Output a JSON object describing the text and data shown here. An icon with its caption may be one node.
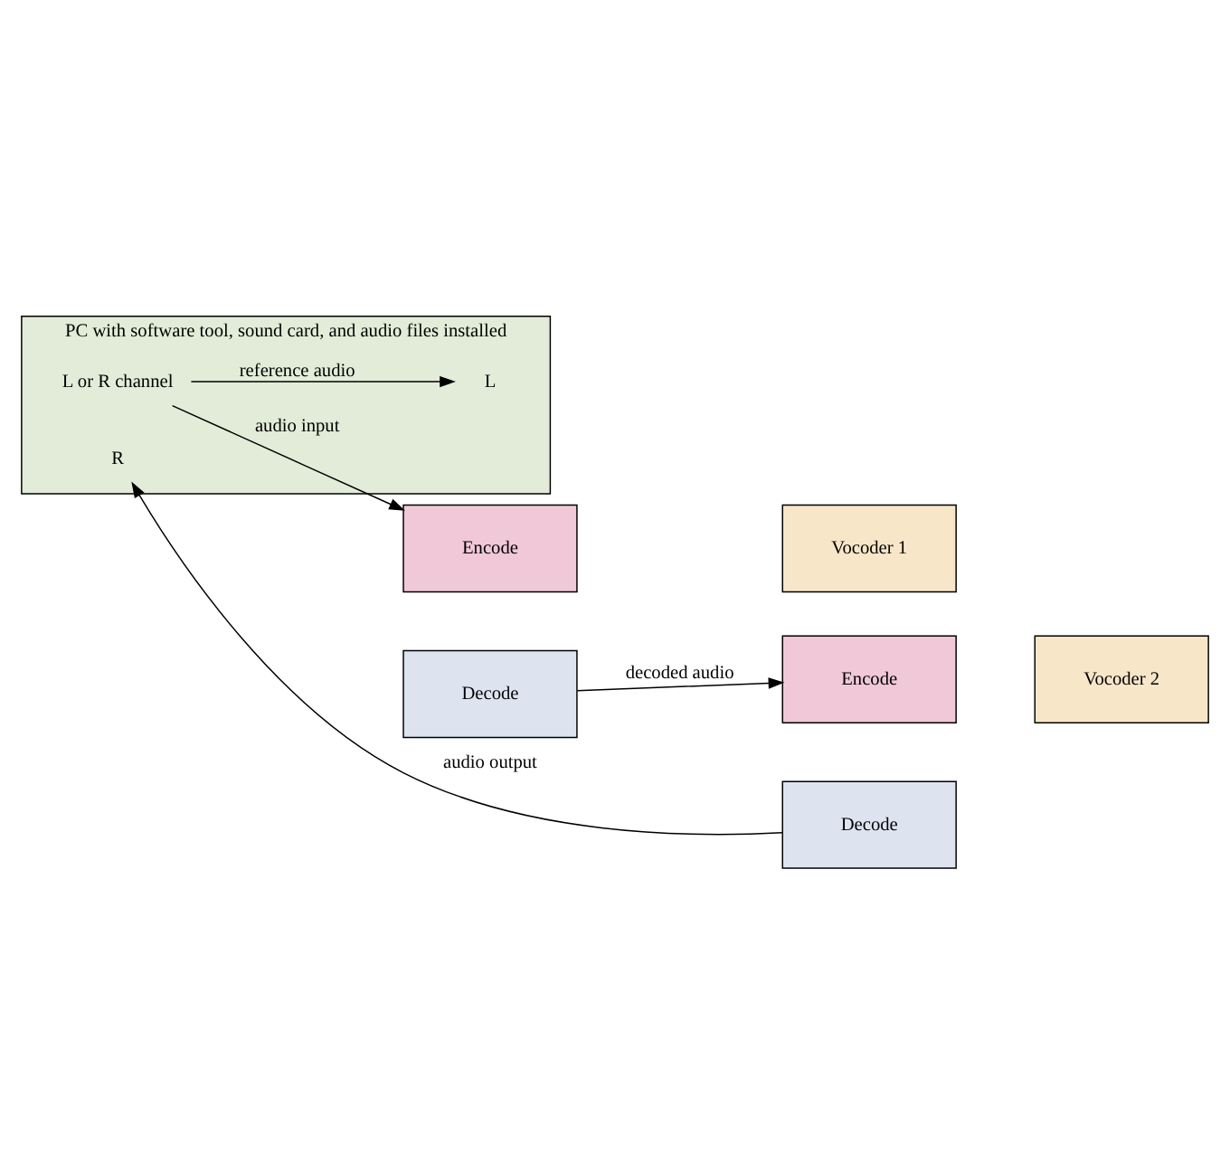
{
  "diagram": {
    "nodes": [
      {
        "text": [
          "PC with software tool, sound card, and audio files installed"
        ]
      },
      {
        "text": [
          "L or R channel"
        ],
        "in": 0
      },
      {
        "text": [
          "R"
        ],
        "in": 0
      },
      {
        "text": [
          "L"
        ],
        "in": 0
      },
      {
        "text": [
          "Encode"
        ]
      },
      {
        "text": [
          "Decode"
        ]
      },
      {
        "text": [
          "Vocoder 1"
        ]
      },
      {
        "text": [
          "Encode"
        ]
      },
      {
        "text": [
          "Decode"
        ]
      },
      {
        "text": [
          "Vocoder 2"
        ]
      }
    ],
    "edges": [
      {
        "from": 1,
        "to": 4,
        "arrow": "to",
        "label": "audio input"
      },
      {
        "from": 1,
        "to": 3,
        "arrow": "to",
        "label": "reference audio"
      },
      {
        "from": 5,
        "to": 7,
        "arrow": "to",
        "label": "decoded audio"
      },
      {
        "from": 8,
        "to": 2,
        "arrow": "to",
        "label": "audio output"
      }
    ]
  }
}
